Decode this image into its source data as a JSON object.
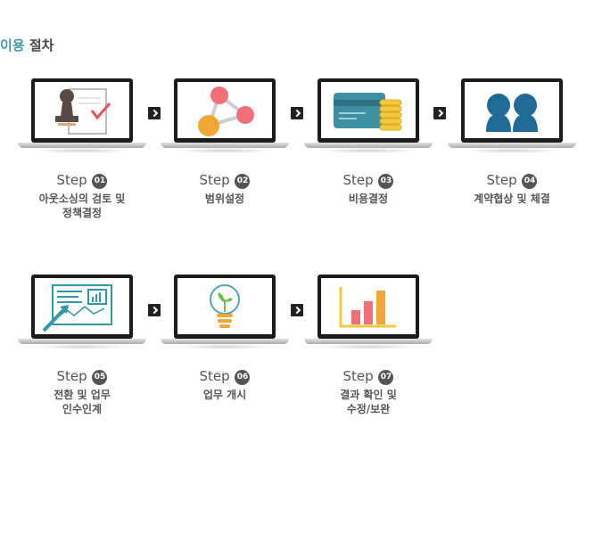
{
  "page": {
    "title_accent": "이용",
    "title_rest": "절차"
  },
  "step_word": "Step",
  "steps": [
    {
      "num": "01",
      "icon": "stamp-document-icon",
      "desc": [
        "아웃소싱의 검토 및",
        "정책결정"
      ]
    },
    {
      "num": "02",
      "icon": "network-nodes-icon",
      "desc": [
        "범위설정"
      ]
    },
    {
      "num": "03",
      "icon": "card-coins-icon",
      "desc": [
        "비용결정"
      ]
    },
    {
      "num": "04",
      "icon": "two-people-icon",
      "desc": [
        "계약협상 및 체결"
      ]
    },
    {
      "num": "05",
      "icon": "presentation-chart-icon",
      "desc": [
        "전환 및 업무",
        "인수인계"
      ]
    },
    {
      "num": "06",
      "icon": "lightbulb-sprout-icon",
      "desc": [
        "업무 개시"
      ]
    },
    {
      "num": "07",
      "icon": "bar-chart-icon",
      "desc": [
        "결과 확인 및",
        "수정/보완"
      ]
    }
  ],
  "colors": {
    "accent": "#3e9aa3",
    "text": "#555555",
    "screen_frame": "#1c1c1c"
  }
}
